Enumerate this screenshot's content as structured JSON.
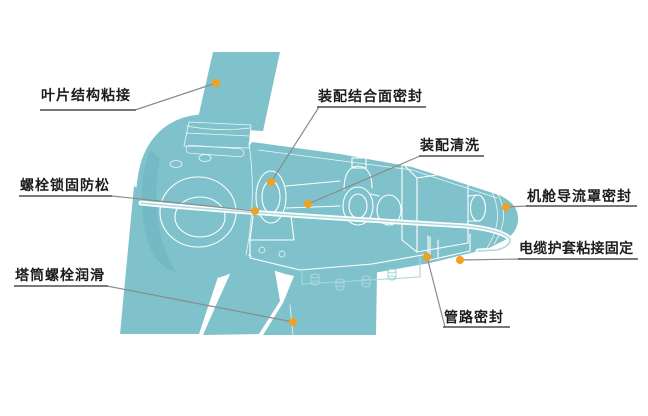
{
  "diagram": {
    "type": "annotated-technical-illustration",
    "subject": "wind-turbine-nacelle-cutaway",
    "colors": {
      "body": "#7fc2cb",
      "body-shade": "#68b1bc",
      "outline": "#ffffff",
      "marker": "#efa11f",
      "leader": "#8b8b8b",
      "underline": "#4c4c4c",
      "text": "#1c1c1c",
      "background": "#ffffff",
      "light-detail": "#a9d6dc",
      "band-core": "#aed9df"
    },
    "labels": [
      {
        "text": "叶片结构粘接"
      },
      {
        "text": "装配结合面密封"
      },
      {
        "text": "装配清洗"
      },
      {
        "text": "螺栓锁固防松"
      },
      {
        "text": "机舱导流罩密封"
      },
      {
        "text": "电缆护套粘接固定"
      },
      {
        "text": "塔筒螺栓润滑"
      },
      {
        "text": "管路密封"
      }
    ]
  }
}
